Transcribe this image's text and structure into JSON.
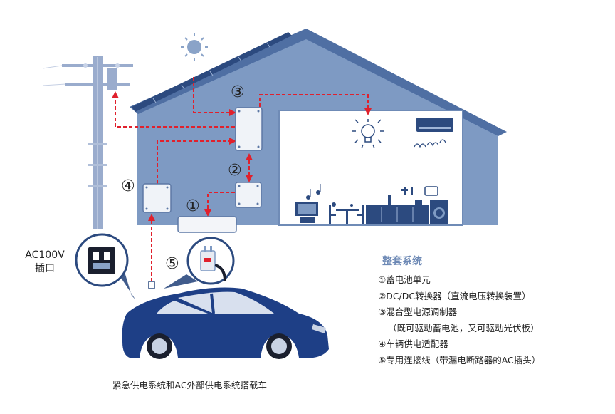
{
  "labels": {
    "ac_line1": "AC100V",
    "ac_line2": "插口",
    "caption": "紧急供电系统和AC外部供电系统搭载车",
    "num1": "①",
    "num2": "②",
    "num3": "③",
    "num4": "④",
    "num5": "⑤"
  },
  "legend": {
    "title": "整套系统",
    "items": [
      "①蓄电池单元",
      "②DC/DC转换器（直流电压转换装置）",
      "③混合型电源调制器",
      "（既可驱动蓄电池，又可驱动光伏板）",
      "④车辆供电适配器",
      "⑤专用连接线（带漏电断路器的AC插头）"
    ]
  },
  "colors": {
    "house_wall": "#7e9ac3",
    "house_roof": "#4f6fa3",
    "interior": "#ffffff",
    "pole": "#8ea1c5",
    "arrow": "#e0202c",
    "car": "#1e3f86",
    "legend_title": "#6d89b5",
    "sun": "#8aa3c8"
  },
  "icons": [
    "sun-icon",
    "solar-panel-icon",
    "light-bulb-icon",
    "air-conditioner-icon",
    "music-note-icon",
    "tv-icon",
    "dining-table-icon",
    "kitchen-counter-icon",
    "washing-machine-icon",
    "power-pole-icon",
    "car-icon",
    "outlet-icon",
    "plug-icon"
  ]
}
